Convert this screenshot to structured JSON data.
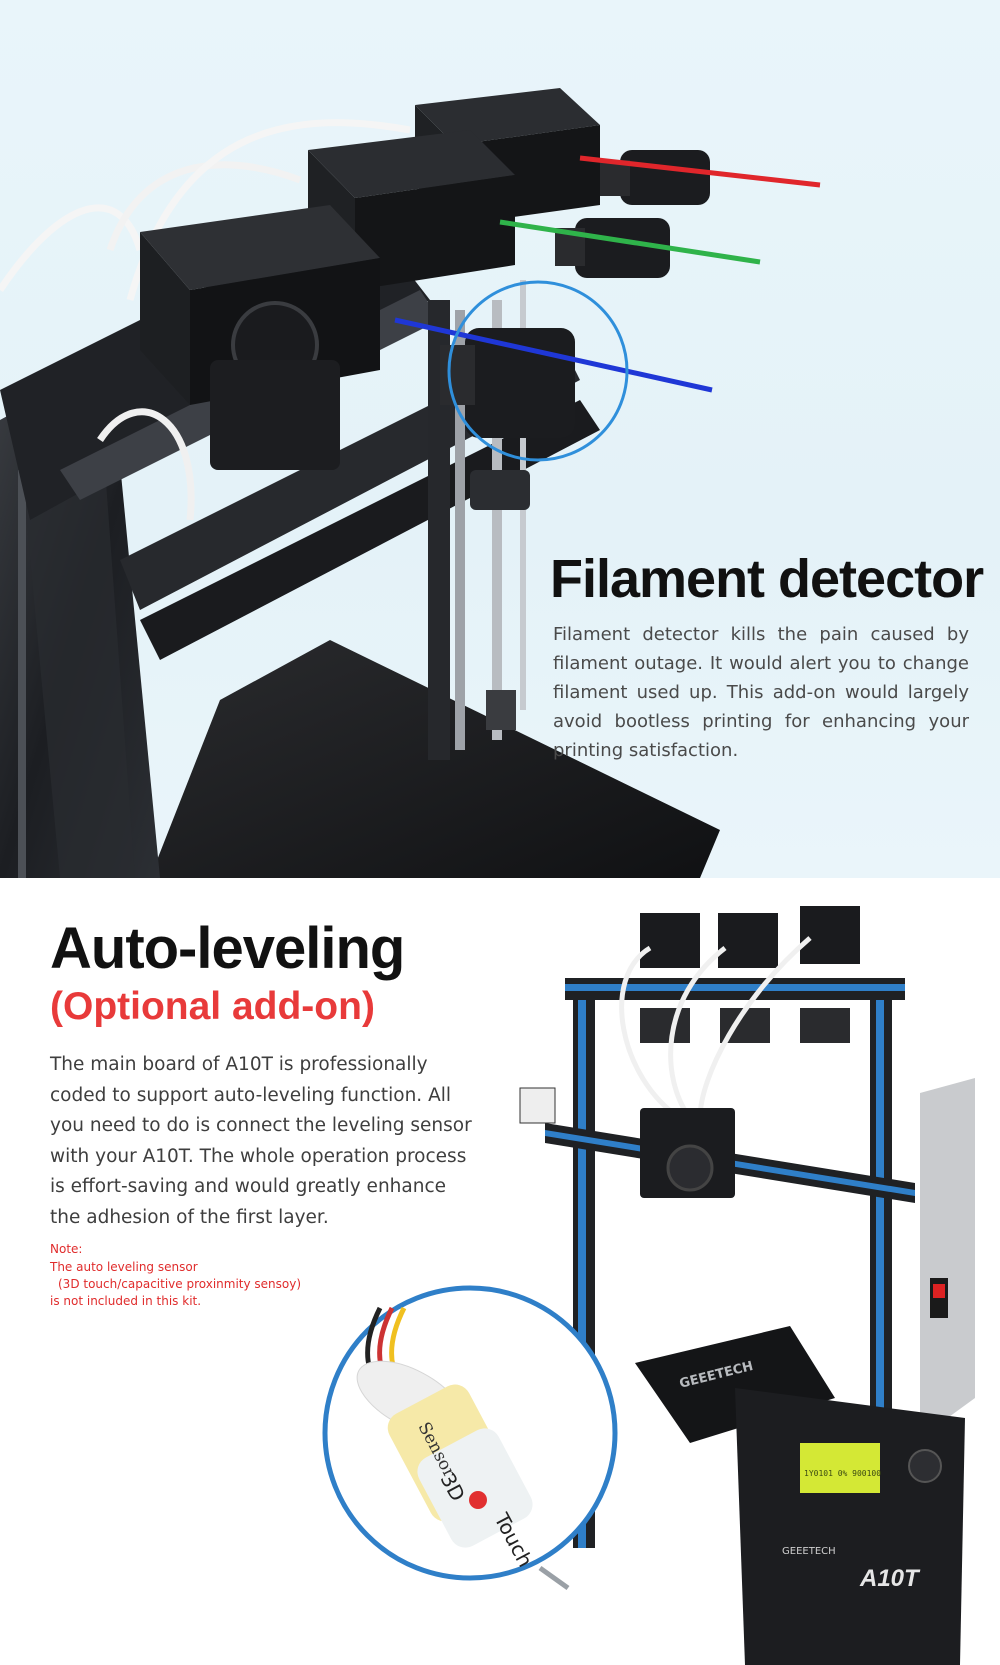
{
  "filament_section": {
    "title": "Filament detector",
    "description": "Filament detector kills the pain caused by filament outage. It would alert you to change filament used up. This add-on would largely avoid bootless printing for enhancing your printing satisfaction.",
    "filament_colors": [
      "#e0262b",
      "#2fb34a",
      "#1f37d6"
    ],
    "highlight_color": "#2f8fdb"
  },
  "autolevel_section": {
    "title": "Auto-leveling",
    "subtitle": "(Optional add-on)",
    "description": "The main board of A10T is professionally coded to support auto-leveling function. All you need to do is connect the leveling sensor with your A10T. The whole operation process is effort-saving and would greatly enhance the adhesion of the first layer.",
    "note_label": "Note:",
    "note_line_1": "The auto leveling sensor",
    "note_line_2": "(3D touch/capacitive proxinmity sensoy)",
    "note_line_3": "is not included in this kit.",
    "subtitle_color": "#e83a3a",
    "frame_color": "#2f7fc8"
  },
  "product_labels": {
    "model": "A10T",
    "brand": "GEEETECH",
    "sensor_label": "Sensor",
    "sensor_brand_left": "3D",
    "sensor_brand_right": "Touch",
    "lcd_line": "1Y0101 0% 900100"
  }
}
